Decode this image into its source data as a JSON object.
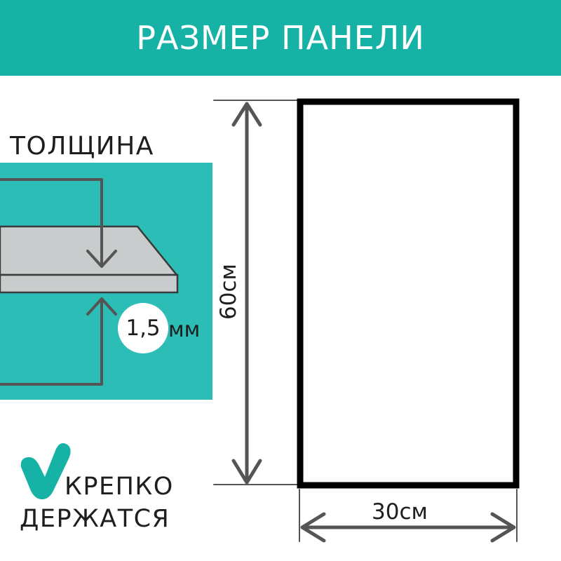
{
  "header": {
    "title": "РАЗМЕР ПАНЕЛИ"
  },
  "thickness": {
    "label": "ТОЛЩИНА",
    "value": "1,5",
    "unit": "мм"
  },
  "dimensions": {
    "height": "60см",
    "width": "30см"
  },
  "feature": {
    "line1": "КРЕПКО",
    "line2": "ДЕРЖАТСЯ"
  },
  "colors": {
    "accent": "#17b2a6",
    "panel_bg": "#2bbdb6",
    "arrow": "#555555",
    "slab": "#c9cccc",
    "border": "#000000"
  },
  "icons": {
    "check": "checkmark-icon"
  }
}
